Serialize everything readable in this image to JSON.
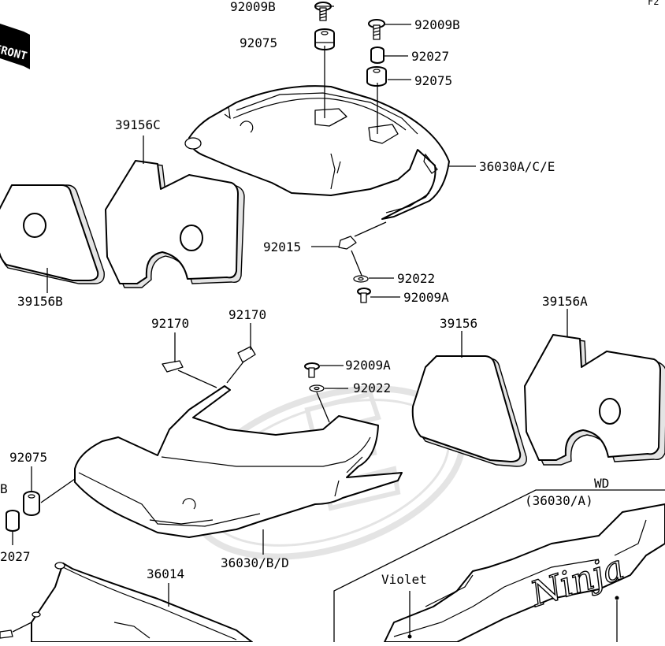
{
  "corner_text": "F2",
  "front_badge": "FRONT",
  "parts": {
    "p92009B_top": "92009B",
    "p92075_top": "92075",
    "p92009B_right": "92009B",
    "p92027_right": "92027",
    "p92075_right": "92075",
    "p39156C": "39156C",
    "p36030ACE": "36030A/C/E",
    "p92015": "92015",
    "p92022_upper": "92022",
    "p92009A_upper": "92009A",
    "p39156B": "39156B",
    "p92170_left": "92170",
    "p92170_right": "92170",
    "p39156": "39156",
    "p39156A": "39156A",
    "p92009A_lower": "92009A",
    "p92022_lower": "92022",
    "p92075_left": "92075",
    "pB_left": "B",
    "p92027_left": "2027",
    "p36030BD": "36030/B/D",
    "p36014": "36014"
  },
  "inset": {
    "title": "WD",
    "subtitle": "(36030/A)",
    "violet_label": "Violet",
    "decal_text": "Ninja"
  }
}
